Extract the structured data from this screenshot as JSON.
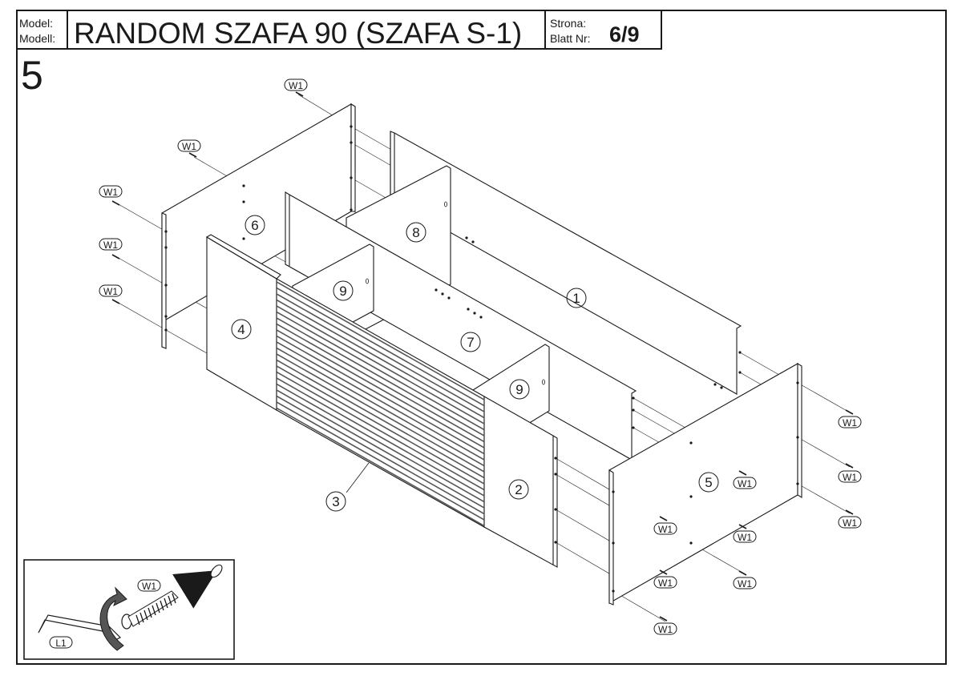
{
  "header": {
    "model_label_1": "Model:",
    "model_label_2": "Modell:",
    "title": "RANDOM SZAFA 90 (SZAFA S-1)",
    "page_label_1": "Strona:",
    "page_label_2": "Blatt Nr:",
    "page_number": "6/9"
  },
  "step": {
    "number": "5"
  },
  "parts": {
    "p1": "1",
    "p2": "2",
    "p3": "3",
    "p4": "4",
    "p5": "5",
    "p6": "6",
    "p7": "7",
    "p8": "8",
    "p9": "9"
  },
  "hardware": {
    "screw": "W1",
    "tool": "L1"
  },
  "colors": {
    "line": "#1a1a1a",
    "panel_fill": "#ffffff",
    "slat_dark": "#555555"
  }
}
